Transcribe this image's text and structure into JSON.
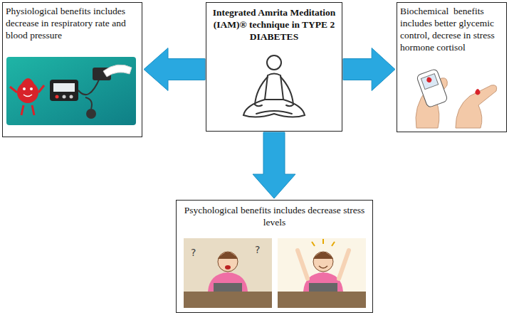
{
  "diagram": {
    "nodes": [
      {
        "text": [
          "Physiological benefits includes decrease in respiratory rate and blood pressure"
        ]
      },
      {
        "text": [
          "Integrated Amrita Meditation (IAM)® technique in TYPE 2 DIABETES"
        ]
      },
      {
        "text": [
          "Biochemical  benefits includes better glycemic control, decrese in stress hormone cortisol"
        ]
      },
      {
        "text": [
          "Psychological benefits includes decrease stress levels"
        ]
      }
    ],
    "edges": [
      {
        "from": 1,
        "to": 0,
        "arrow": "to"
      },
      {
        "from": 1,
        "to": 2,
        "arrow": "to"
      },
      {
        "from": 1,
        "to": 3,
        "arrow": "to"
      }
    ]
  }
}
